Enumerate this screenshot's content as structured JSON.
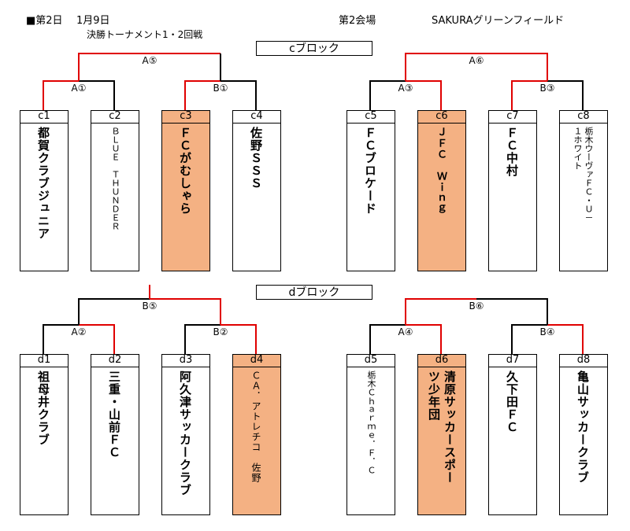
{
  "header": {
    "day": "■第2日",
    "date": "1月9日",
    "venue": "第2会場",
    "field": "SAKURAグリーンフィールド",
    "subtitle": "決勝トーナメント1・2回戦"
  },
  "blocks": [
    {
      "label": "cブロック"
    },
    {
      "label": "dブロック"
    }
  ],
  "matches": {
    "A5": "A⑤",
    "A6": "A⑥",
    "A1": "A①",
    "B1": "B①",
    "A3": "A③",
    "B3": "B③",
    "B5": "B⑤",
    "B6": "B⑥",
    "A2": "A②",
    "B2": "B②",
    "A4": "A④",
    "B4": "B④"
  },
  "teams": {
    "c1": {
      "code": "c1",
      "name": "都賀クラブジュニア"
    },
    "c2": {
      "code": "c2",
      "name": "ＢＬＵＥ　ＴＨＵＮＤＥＲ"
    },
    "c3": {
      "code": "c3",
      "name": "ＦＣがむしゃら"
    },
    "c4": {
      "code": "c4",
      "name": "佐野ＳＳＳ"
    },
    "c5": {
      "code": "c5",
      "name": "ＦＣブロケード"
    },
    "c6": {
      "code": "c6",
      "name": "ＪＦＣ　Ｗｉｎｇ"
    },
    "c7": {
      "code": "c7",
      "name": "ＦＣ中村"
    },
    "c8": {
      "code": "c8",
      "name1": "栃木ウーヴァＦＣ・Ｕ－",
      "name2": "１ホワイト"
    },
    "d1": {
      "code": "d1",
      "name": "祖母井クラブ"
    },
    "d2": {
      "code": "d2",
      "name": "三重・山前ＦＣ"
    },
    "d3": {
      "code": "d3",
      "name": "阿久津サッカークラブ"
    },
    "d4": {
      "code": "d4",
      "name": "ＣＡ．アトレチコ　佐野"
    },
    "d5": {
      "code": "d5",
      "name": "栃木Ｃｈａｒｍｅ．Ｆ．Ｃ"
    },
    "d6": {
      "code": "d6",
      "name1": "清原サッカースポー",
      "name2": "ツ少年団"
    },
    "d7": {
      "code": "d7",
      "name": "久下田ＦＣ"
    },
    "d8": {
      "code": "d8",
      "name": "亀山サッカークラブ"
    }
  },
  "colors": {
    "winner_fill": "#f4b183",
    "winner_line": "#e00000",
    "line": "#000000"
  }
}
